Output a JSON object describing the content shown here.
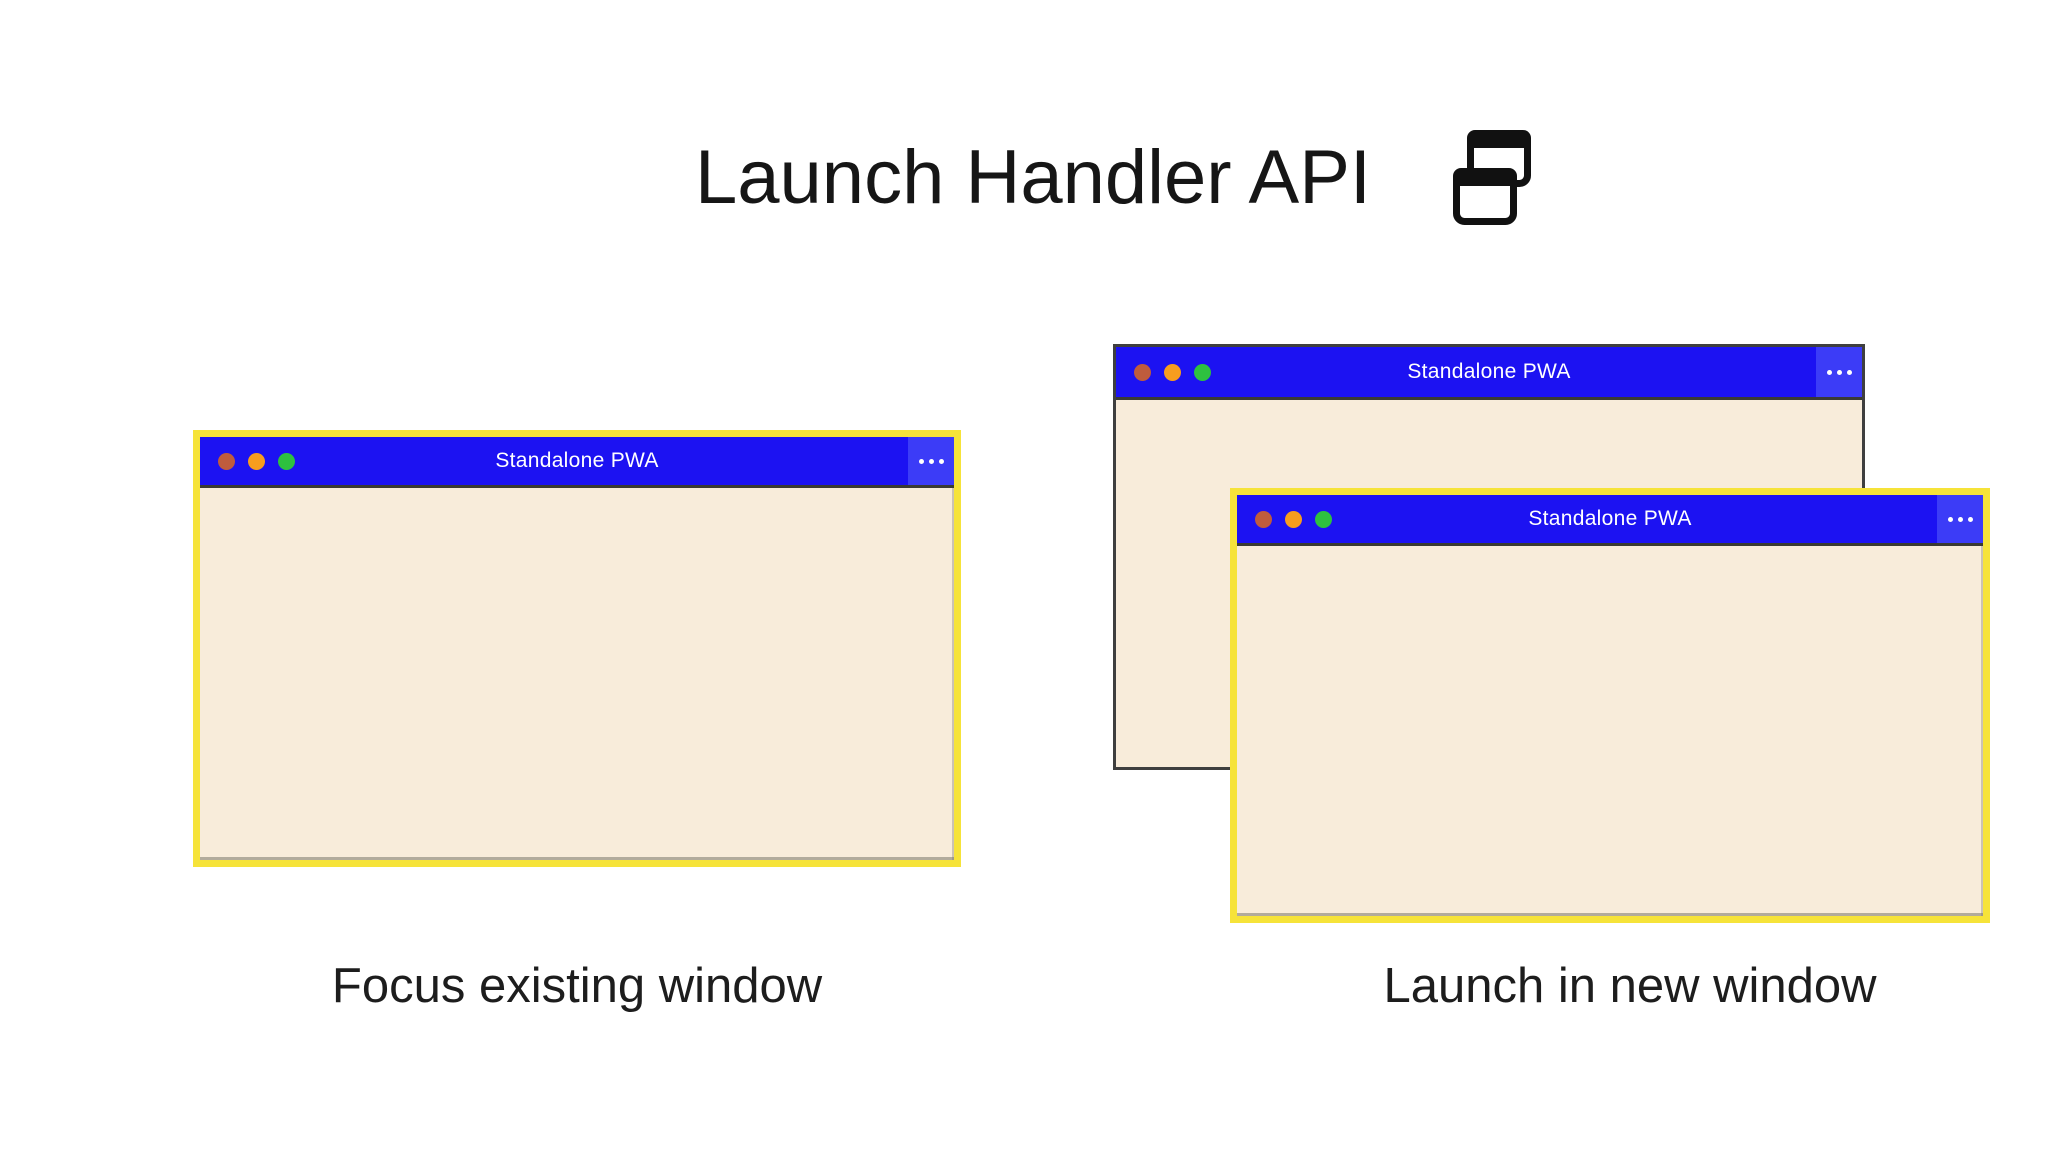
{
  "header": {
    "title": "Launch Handler API",
    "icon": "overlapping-windows"
  },
  "window_chrome": {
    "traffic_lights": [
      "red",
      "orange",
      "green"
    ],
    "more_menu": "ellipsis-menu"
  },
  "panels": [
    {
      "caption": "Focus existing window",
      "windows": [
        {
          "title": "Standalone PWA",
          "highlighted": true
        }
      ]
    },
    {
      "caption": "Launch in new window",
      "windows": [
        {
          "title": "Standalone PWA",
          "highlighted": false
        },
        {
          "title": "Standalone PWA",
          "highlighted": true
        }
      ]
    }
  ],
  "colors": {
    "titlebar_blue": "#1c12f2",
    "menu_box_blue": "#3c3cf7",
    "window_body_cream": "#f8ecda",
    "highlight_yellow": "#f6e339",
    "plain_border_gray": "#3f3f3f",
    "dot_red": "#bf5c3d",
    "dot_orange": "#f79d1e",
    "dot_green": "#2ec13f",
    "text_black": "#161616"
  }
}
